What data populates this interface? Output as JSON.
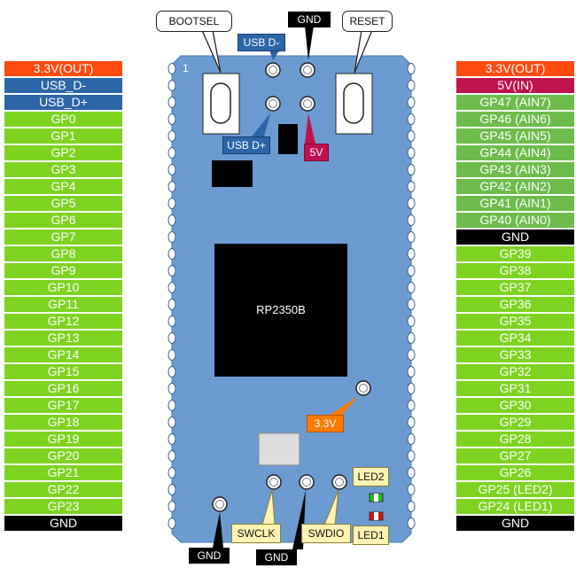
{
  "left_pins": [
    {
      "label": "3.3V(OUT)",
      "kind": "pwr"
    },
    {
      "label": "USB_D-",
      "kind": "usb"
    },
    {
      "label": "USB_D+",
      "kind": "usb"
    },
    {
      "label": "GP0",
      "kind": "gp"
    },
    {
      "label": "GP1",
      "kind": "gp"
    },
    {
      "label": "GP2",
      "kind": "gp"
    },
    {
      "label": "GP3",
      "kind": "gp"
    },
    {
      "label": "GP4",
      "kind": "gp"
    },
    {
      "label": "GP5",
      "kind": "gp"
    },
    {
      "label": "GP6",
      "kind": "gp"
    },
    {
      "label": "GP7",
      "kind": "gp"
    },
    {
      "label": "GP8",
      "kind": "gp"
    },
    {
      "label": "GP9",
      "kind": "gp"
    },
    {
      "label": "GP10",
      "kind": "gp"
    },
    {
      "label": "GP11",
      "kind": "gp"
    },
    {
      "label": "GP12",
      "kind": "gp"
    },
    {
      "label": "GP13",
      "kind": "gp"
    },
    {
      "label": "GP14",
      "kind": "gp"
    },
    {
      "label": "GP15",
      "kind": "gp"
    },
    {
      "label": "GP16",
      "kind": "gp"
    },
    {
      "label": "GP17",
      "kind": "gp"
    },
    {
      "label": "GP18",
      "kind": "gp"
    },
    {
      "label": "GP19",
      "kind": "gp"
    },
    {
      "label": "GP20",
      "kind": "gp"
    },
    {
      "label": "GP21",
      "kind": "gp"
    },
    {
      "label": "GP22",
      "kind": "gp"
    },
    {
      "label": "GP23",
      "kind": "gp"
    },
    {
      "label": "GND",
      "kind": "gnd"
    }
  ],
  "right_pins": [
    {
      "label": "3.3V(OUT)",
      "kind": "pwr"
    },
    {
      "label": "5V(IN)",
      "kind": "v5"
    },
    {
      "label": "GP47 (AIN7)",
      "kind": "adc"
    },
    {
      "label": "GP46 (AIN6)",
      "kind": "adc"
    },
    {
      "label": "GP45 (AIN5)",
      "kind": "adc"
    },
    {
      "label": "GP44 (AIN4)",
      "kind": "adc"
    },
    {
      "label": "GP43 (AIN3)",
      "kind": "adc"
    },
    {
      "label": "GP42 (AIN2)",
      "kind": "adc"
    },
    {
      "label": "GP41 (AIN1)",
      "kind": "adc"
    },
    {
      "label": "GP40 (AIN0)",
      "kind": "adc"
    },
    {
      "label": "GND",
      "kind": "gnd"
    },
    {
      "label": "GP39",
      "kind": "gp"
    },
    {
      "label": "GP38",
      "kind": "gp"
    },
    {
      "label": "GP37",
      "kind": "gp"
    },
    {
      "label": "GP36",
      "kind": "gp"
    },
    {
      "label": "GP35",
      "kind": "gp"
    },
    {
      "label": "GP34",
      "kind": "gp"
    },
    {
      "label": "GP33",
      "kind": "gp"
    },
    {
      "label": "GP32",
      "kind": "gp"
    },
    {
      "label": "GP31",
      "kind": "gp"
    },
    {
      "label": "GP30",
      "kind": "gp"
    },
    {
      "label": "GP29",
      "kind": "gp"
    },
    {
      "label": "GP28",
      "kind": "gp"
    },
    {
      "label": "GP27",
      "kind": "gp"
    },
    {
      "label": "GP26",
      "kind": "gp"
    },
    {
      "label": "GP25 (LED2)",
      "kind": "gp"
    },
    {
      "label": "GP24 (LED1)",
      "kind": "gp"
    },
    {
      "label": "GND",
      "kind": "gnd"
    }
  ],
  "board": {
    "pin_one_marker": "1",
    "chip_label": "RP2350B",
    "labels": {
      "bootsel": "BOOTSEL",
      "reset": "RESET",
      "gnd_top": "GND",
      "usb_dminus": "USB D-",
      "usb_dplus": "USB D+",
      "v5": "5V",
      "v33": "3.3V",
      "led2": "LED2",
      "led1": "LED1",
      "swclk": "SWCLK",
      "swdio": "SWDIO",
      "gnd_bottom_left": "GND",
      "gnd_bottom_center": "GND"
    }
  },
  "colors": {
    "board": "#6c9bd2",
    "power_pin": "#ff4a10",
    "usb_pin": "#2c65a8",
    "gpio_pin": "#7ed321",
    "adc_pin": "#6dbb4b",
    "gnd_pin": "#000000",
    "vin_pin": "#c0124e",
    "led2": "#22bb22",
    "led1": "#dd1111"
  }
}
